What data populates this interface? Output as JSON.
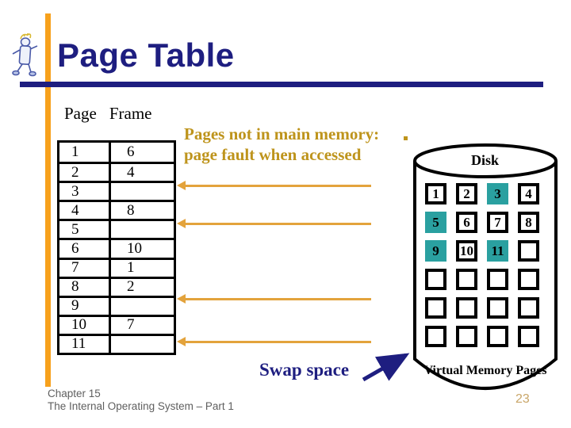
{
  "title": "Page Table",
  "page_table": {
    "header": {
      "page": "Page",
      "frame": "Frame"
    },
    "rows": [
      {
        "page": "1",
        "frame": "6"
      },
      {
        "page": "2",
        "frame": "4"
      },
      {
        "page": "3",
        "frame": ""
      },
      {
        "page": "4",
        "frame": "8"
      },
      {
        "page": "5",
        "frame": ""
      },
      {
        "page": "6",
        "frame": "10"
      },
      {
        "page": "7",
        "frame": "1"
      },
      {
        "page": "8",
        "frame": "2"
      },
      {
        "page": "9",
        "frame": ""
      },
      {
        "page": "10",
        "frame": "7"
      },
      {
        "page": "11",
        "frame": ""
      }
    ]
  },
  "note": {
    "line1": "Pages not in main memory:",
    "line2": "page fault when accessed"
  },
  "disk": {
    "label": "Disk",
    "caption": "Virtual Memory Pages",
    "cells": [
      {
        "label": "1",
        "highlighted": false
      },
      {
        "label": "2",
        "highlighted": false
      },
      {
        "label": "3",
        "highlighted": true
      },
      {
        "label": "4",
        "highlighted": false
      },
      {
        "label": "5",
        "highlighted": true
      },
      {
        "label": "6",
        "highlighted": false
      },
      {
        "label": "7",
        "highlighted": false
      },
      {
        "label": "8",
        "highlighted": false
      },
      {
        "label": "9",
        "highlighted": true
      },
      {
        "label": "10",
        "highlighted": false
      },
      {
        "label": "11",
        "highlighted": true
      },
      {
        "label": "",
        "highlighted": false
      },
      {
        "label": "",
        "highlighted": false
      },
      {
        "label": "",
        "highlighted": false
      },
      {
        "label": "",
        "highlighted": false
      },
      {
        "label": "",
        "highlighted": false
      },
      {
        "label": "",
        "highlighted": false
      },
      {
        "label": "",
        "highlighted": false
      },
      {
        "label": "",
        "highlighted": false
      },
      {
        "label": "",
        "highlighted": false
      },
      {
        "label": "",
        "highlighted": false
      },
      {
        "label": "",
        "highlighted": false
      },
      {
        "label": "",
        "highlighted": false
      },
      {
        "label": "",
        "highlighted": false
      }
    ]
  },
  "swap_space_label": "Swap space",
  "footer": {
    "chapter": "Chapter 15",
    "book": "The Internal Operating System – Part 1",
    "page_number": "23"
  },
  "colors": {
    "navy": "#1e1e80",
    "orange_bar": "#f7a11c",
    "gold_text": "#be941c",
    "gold_arrow": "#e3a33c",
    "teal": "#2aa0a0",
    "footer_gray": "#5f5f5f",
    "page_number_gold": "#c9a668"
  }
}
